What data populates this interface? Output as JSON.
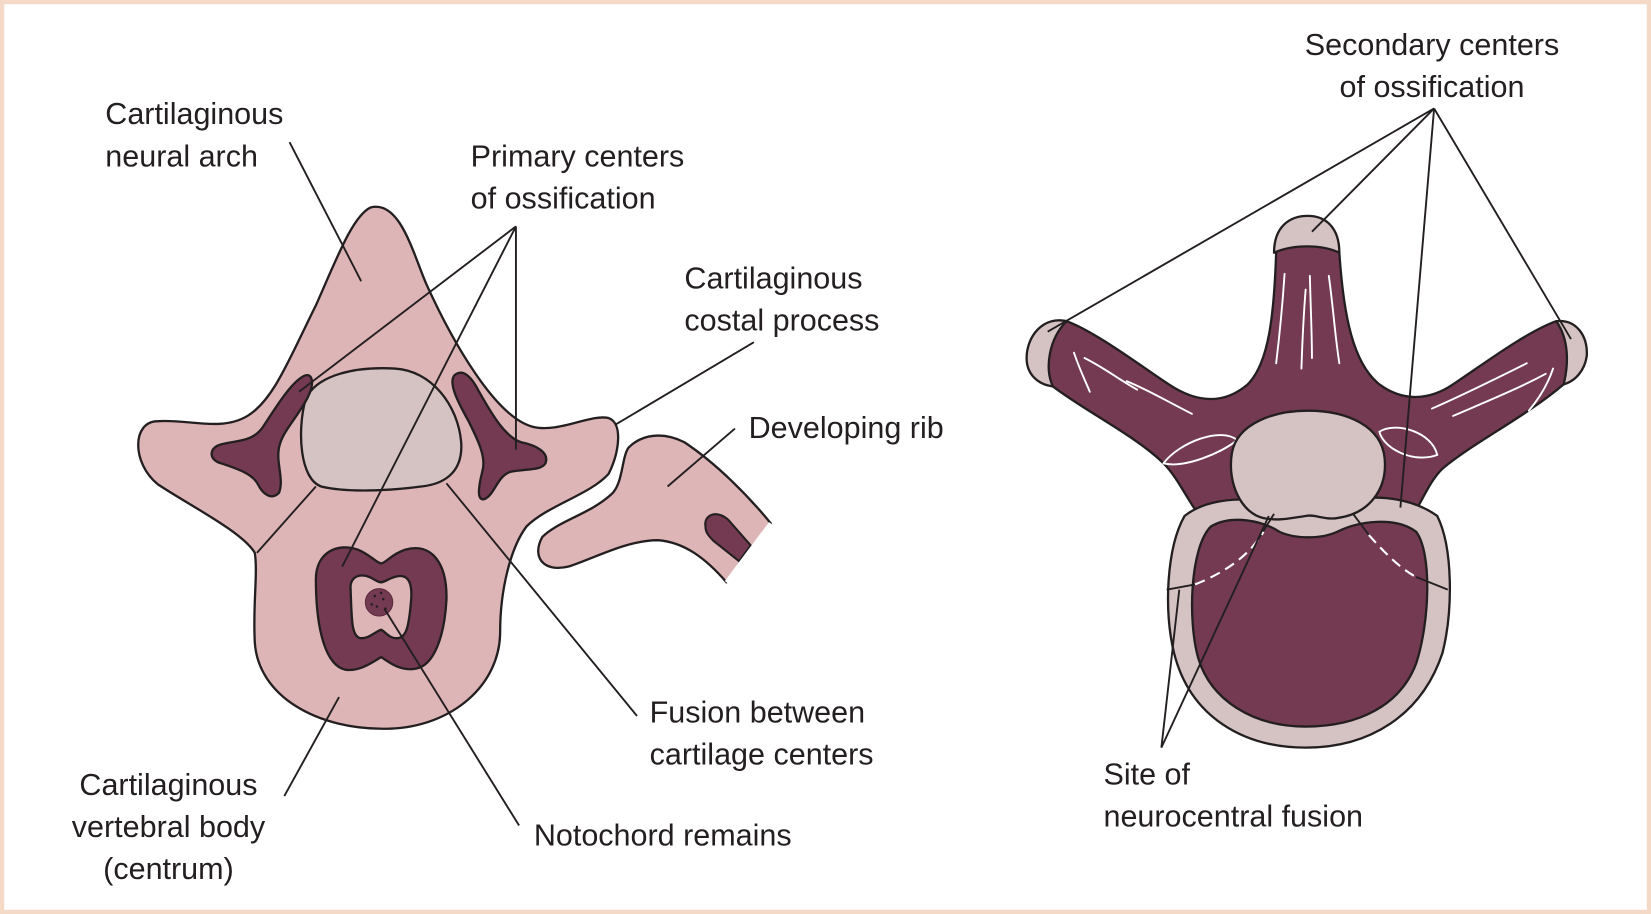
{
  "figure": {
    "colors": {
      "frame": "#f3d9c6",
      "cartilage": "#deb5b7",
      "lumen": "#d5c3c4",
      "bone": "#733a51",
      "ink": "#231f20"
    },
    "left_panel": {
      "labels": {
        "neural_arch": [
          "Cartilaginous",
          "neural arch"
        ],
        "primary_centers": [
          "Primary centers",
          "of ossification"
        ],
        "costal_process": [
          "Cartilaginous",
          "costal process"
        ],
        "developing_rib": [
          "Developing rib"
        ],
        "fusion": [
          "Fusion between",
          "cartilage centers"
        ],
        "notochord": [
          "Notochord remains"
        ],
        "vertebral_body": [
          "Cartilaginous",
          "vertebral body",
          "(centrum)"
        ]
      }
    },
    "right_panel": {
      "labels": {
        "secondary_centers": [
          "Secondary centers",
          "of ossification"
        ],
        "neurocentral": [
          "Site of",
          "neurocentral fusion"
        ]
      }
    }
  }
}
